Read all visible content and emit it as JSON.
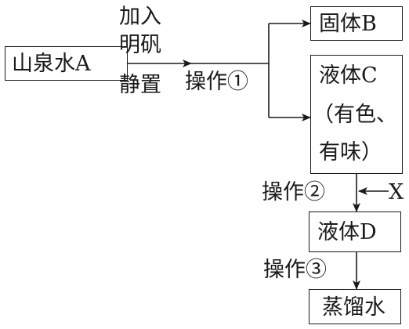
{
  "nodes": {
    "spring_water": "山泉水A",
    "solid_b": "固体B",
    "liquid_c": [
      "液体C",
      "（有色、",
      "有味）"
    ],
    "liquid_d": "液体D",
    "distilled_water": "蒸馏水"
  },
  "labels": {
    "add_alum": [
      "加入",
      "明矾"
    ],
    "settle": "静置",
    "op1": "操作①",
    "op2": "操作②",
    "op3": "操作③",
    "reagent_x": "X"
  }
}
